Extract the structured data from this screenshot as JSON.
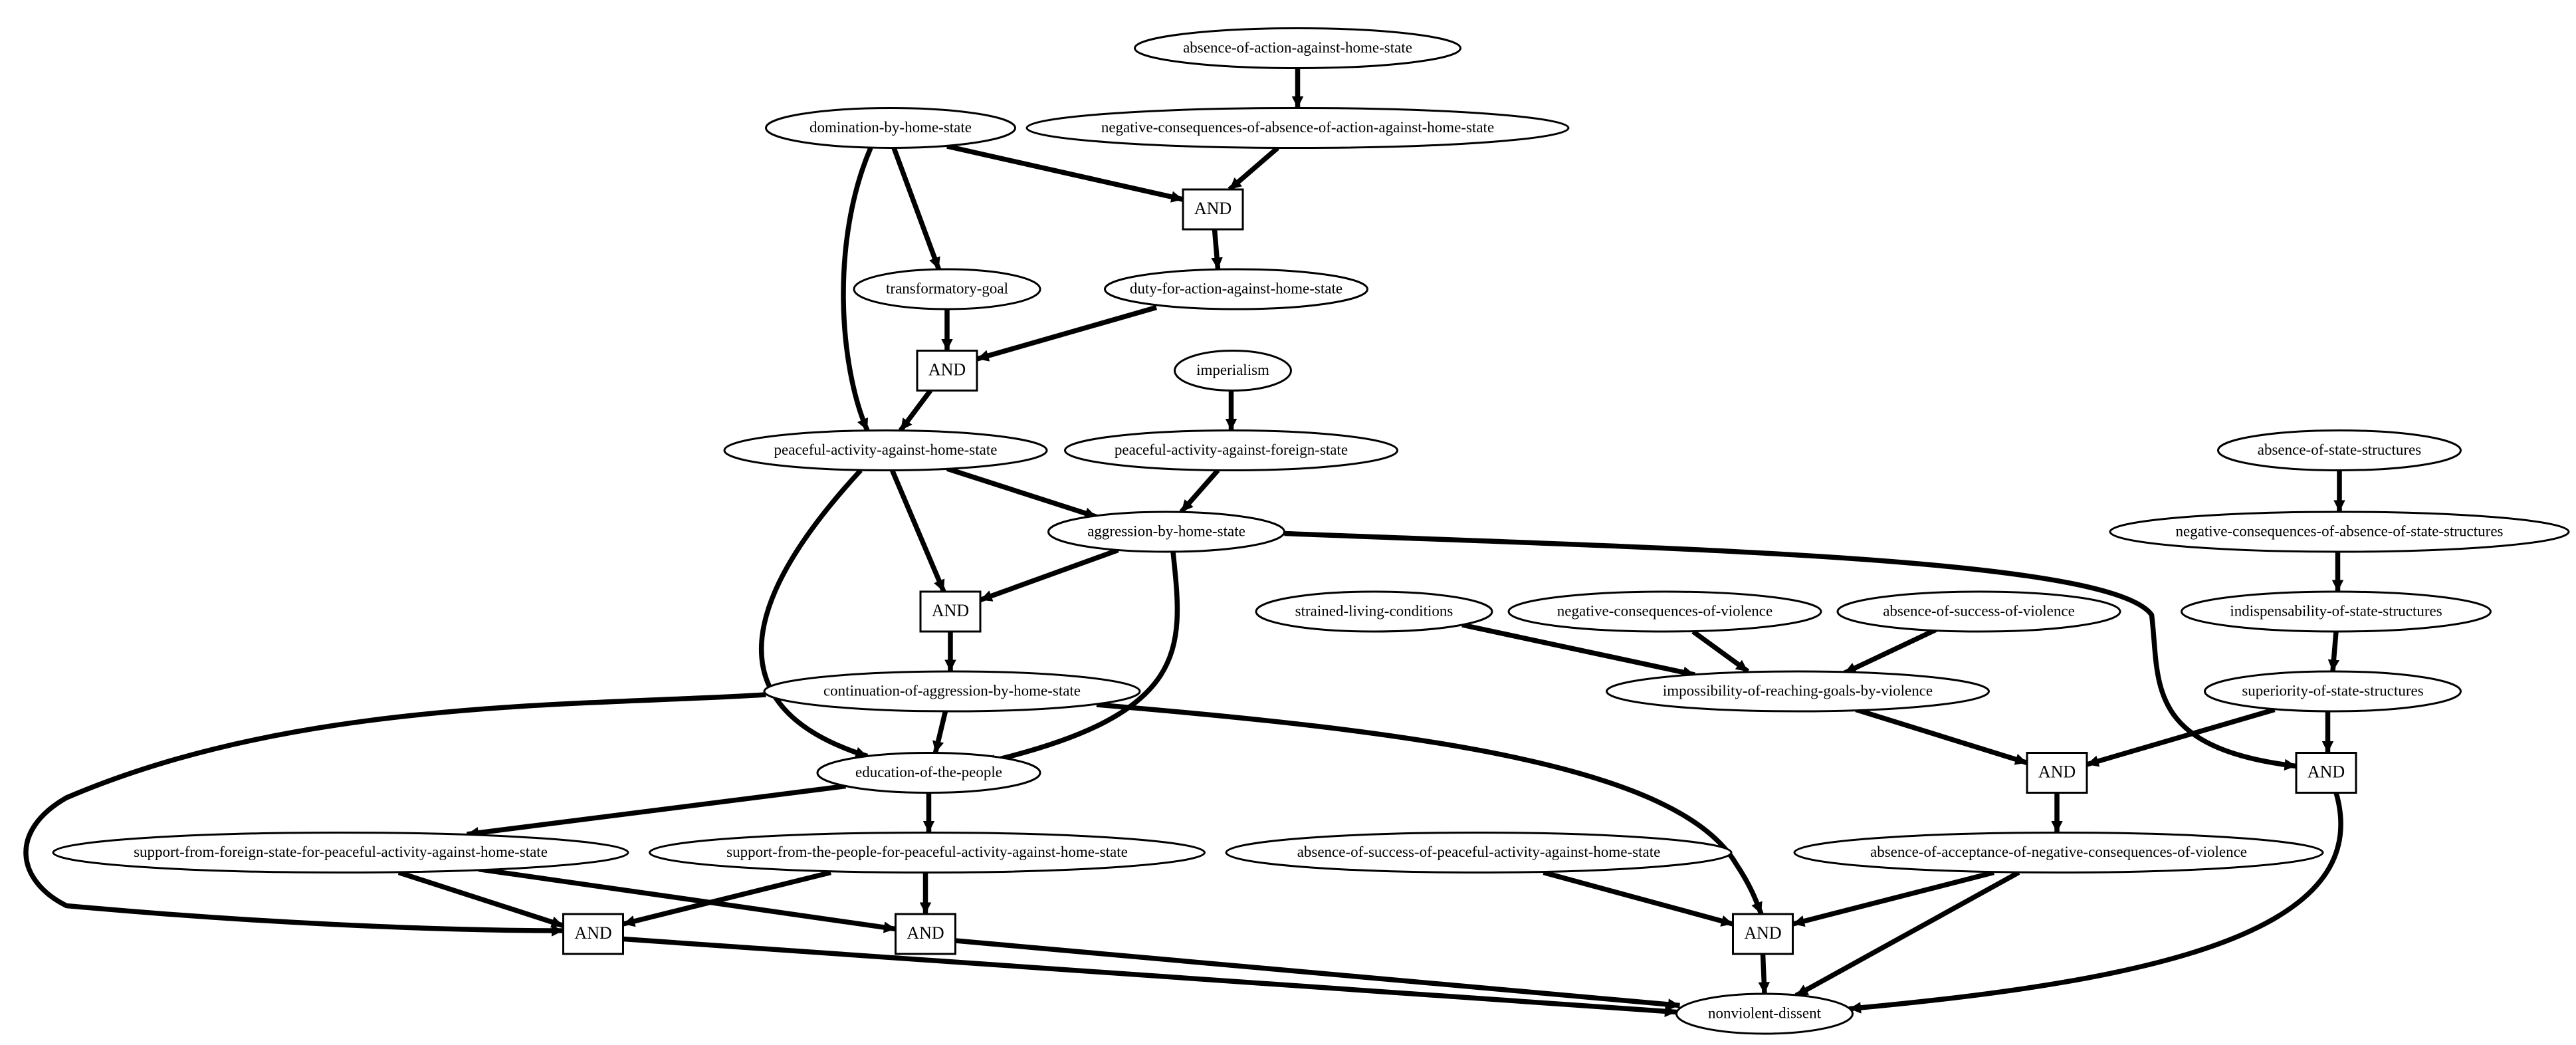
{
  "nodes": [
    {
      "id": "n_absence_action",
      "label": "absence-of-action-against-home-state",
      "shape": "ellipse"
    },
    {
      "id": "n_neg_absence_action",
      "label": "negative-consequences-of-absence-of-action-against-home-state",
      "shape": "ellipse"
    },
    {
      "id": "n_domination",
      "label": "domination-by-home-state",
      "shape": "ellipse"
    },
    {
      "id": "and1",
      "label": "AND",
      "shape": "box"
    },
    {
      "id": "n_transformatory",
      "label": "transformatory-goal",
      "shape": "ellipse"
    },
    {
      "id": "n_duty",
      "label": "duty-for-action-against-home-state",
      "shape": "ellipse"
    },
    {
      "id": "and2",
      "label": "AND",
      "shape": "box"
    },
    {
      "id": "n_imperialism",
      "label": "imperialism",
      "shape": "ellipse"
    },
    {
      "id": "n_peaceful_home",
      "label": "peaceful-activity-against-home-state",
      "shape": "ellipse"
    },
    {
      "id": "n_peaceful_foreign",
      "label": "peaceful-activity-against-foreign-state",
      "shape": "ellipse"
    },
    {
      "id": "n_absence_state",
      "label": "absence-of-state-structures",
      "shape": "ellipse"
    },
    {
      "id": "n_aggression",
      "label": "aggression-by-home-state",
      "shape": "ellipse"
    },
    {
      "id": "n_neg_absence_state",
      "label": "negative-consequences-of-absence-of-state-structures",
      "shape": "ellipse"
    },
    {
      "id": "and3",
      "label": "AND",
      "shape": "box"
    },
    {
      "id": "n_strained",
      "label": "strained-living-conditions",
      "shape": "ellipse"
    },
    {
      "id": "n_neg_violence",
      "label": "negative-consequences-of-violence",
      "shape": "ellipse"
    },
    {
      "id": "n_absence_success_violence",
      "label": "absence-of-success-of-violence",
      "shape": "ellipse"
    },
    {
      "id": "n_indispensability",
      "label": "indispensability-of-state-structures",
      "shape": "ellipse"
    },
    {
      "id": "n_continuation",
      "label": "continuation-of-aggression-by-home-state",
      "shape": "ellipse"
    },
    {
      "id": "n_impossibility",
      "label": "impossibility-of-reaching-goals-by-violence",
      "shape": "ellipse"
    },
    {
      "id": "n_superiority",
      "label": "superiority-of-state-structures",
      "shape": "ellipse"
    },
    {
      "id": "n_education",
      "label": "education-of-the-people",
      "shape": "ellipse"
    },
    {
      "id": "and4",
      "label": "AND",
      "shape": "box"
    },
    {
      "id": "and5",
      "label": "AND",
      "shape": "box"
    },
    {
      "id": "n_support_foreign",
      "label": "support-from-foreign-state-for-peaceful-activity-against-home-state",
      "shape": "ellipse"
    },
    {
      "id": "n_support_people",
      "label": "support-from-the-people-for-peaceful-activity-against-home-state",
      "shape": "ellipse"
    },
    {
      "id": "n_absence_success_peaceful",
      "label": "absence-of-success-of-peaceful-activity-against-home-state",
      "shape": "ellipse"
    },
    {
      "id": "n_absence_acceptance",
      "label": "absence-of-acceptance-of-negative-consequences-of-violence",
      "shape": "ellipse"
    },
    {
      "id": "and6",
      "label": "AND",
      "shape": "box"
    },
    {
      "id": "and7",
      "label": "AND",
      "shape": "box"
    },
    {
      "id": "and8",
      "label": "AND",
      "shape": "box"
    },
    {
      "id": "n_nonviolent",
      "label": "nonviolent-dissent",
      "shape": "ellipse"
    }
  ],
  "edges": [
    {
      "from": "n_absence_action",
      "to": "n_neg_absence_action"
    },
    {
      "from": "n_neg_absence_action",
      "to": "and1"
    },
    {
      "from": "n_domination",
      "to": "and1"
    },
    {
      "from": "n_domination",
      "to": "n_transformatory"
    },
    {
      "from": "n_domination",
      "to": "n_peaceful_home"
    },
    {
      "from": "and1",
      "to": "n_duty"
    },
    {
      "from": "n_transformatory",
      "to": "and2"
    },
    {
      "from": "n_duty",
      "to": "and2"
    },
    {
      "from": "and2",
      "to": "n_peaceful_home"
    },
    {
      "from": "n_imperialism",
      "to": "n_peaceful_foreign"
    },
    {
      "from": "n_peaceful_foreign",
      "to": "n_aggression"
    },
    {
      "from": "n_peaceful_home",
      "to": "n_aggression"
    },
    {
      "from": "n_peaceful_home",
      "to": "and3"
    },
    {
      "from": "n_peaceful_home",
      "to": "n_education"
    },
    {
      "from": "n_aggression",
      "to": "and3"
    },
    {
      "from": "n_aggression",
      "to": "n_education"
    },
    {
      "from": "n_aggression",
      "to": "and5"
    },
    {
      "from": "and3",
      "to": "n_continuation"
    },
    {
      "from": "n_continuation",
      "to": "n_education"
    },
    {
      "from": "n_continuation",
      "to": "and6"
    },
    {
      "from": "n_continuation",
      "to": "and8"
    },
    {
      "from": "n_absence_state",
      "to": "n_neg_absence_state"
    },
    {
      "from": "n_neg_absence_state",
      "to": "n_indispensability"
    },
    {
      "from": "n_indispensability",
      "to": "n_superiority"
    },
    {
      "from": "n_superiority",
      "to": "and4"
    },
    {
      "from": "n_superiority",
      "to": "and5"
    },
    {
      "from": "n_strained",
      "to": "n_impossibility"
    },
    {
      "from": "n_neg_violence",
      "to": "n_impossibility"
    },
    {
      "from": "n_absence_success_violence",
      "to": "n_impossibility"
    },
    {
      "from": "n_impossibility",
      "to": "and4"
    },
    {
      "from": "and4",
      "to": "n_absence_acceptance"
    },
    {
      "from": "n_education",
      "to": "n_support_foreign"
    },
    {
      "from": "n_education",
      "to": "n_support_people"
    },
    {
      "from": "n_support_foreign",
      "to": "and6"
    },
    {
      "from": "n_support_foreign",
      "to": "and7"
    },
    {
      "from": "n_support_people",
      "to": "and6"
    },
    {
      "from": "n_support_people",
      "to": "and7"
    },
    {
      "from": "n_absence_success_peaceful",
      "to": "and8"
    },
    {
      "from": "n_absence_acceptance",
      "to": "and8"
    },
    {
      "from": "n_absence_acceptance",
      "to": "n_nonviolent"
    },
    {
      "from": "and5",
      "to": "n_nonviolent"
    },
    {
      "from": "and6",
      "to": "n_nonviolent"
    },
    {
      "from": "and7",
      "to": "n_nonviolent"
    },
    {
      "from": "and8",
      "to": "n_nonviolent"
    }
  ]
}
